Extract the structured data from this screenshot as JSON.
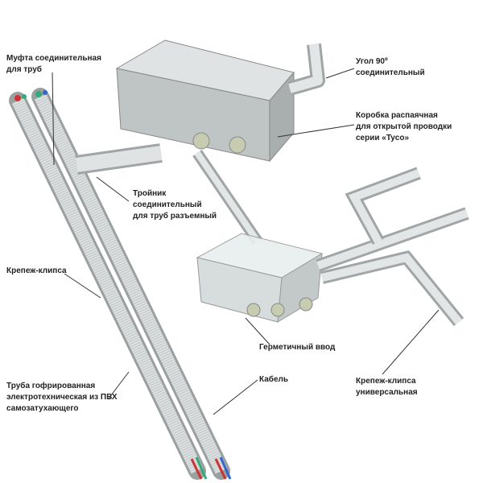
{
  "labels": {
    "coupling": [
      "Муфта соединительная",
      "для труб"
    ],
    "angle": [
      "Угол 90º",
      "соединительный"
    ],
    "box": [
      "Коробка распаячная",
      "для открытой проводки",
      "серии «Tyco»"
    ],
    "tee": [
      "Тройник",
      "соединительный",
      "для труб разъемный"
    ],
    "clip": [
      "Крепеж-клипса"
    ],
    "gland": [
      "Герметичный ввод"
    ],
    "pipe": [
      "Труба гофрированная",
      "электротехническая из ПВХ",
      "самозатухающего"
    ],
    "cable": [
      "Кабель"
    ],
    "clip_universal": [
      "Крепеж-клипса",
      "универсальная"
    ]
  },
  "colors": {
    "pipe": "#d4d8d8",
    "box": "#c9cecf",
    "text": "#222222"
  }
}
